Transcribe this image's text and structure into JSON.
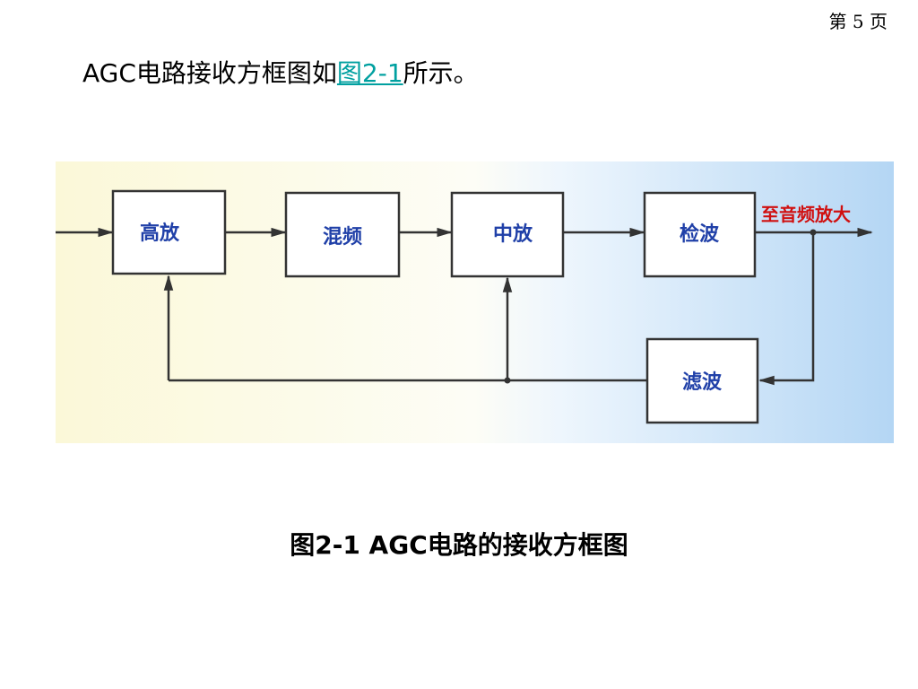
{
  "page_number": "第 5 页",
  "intro": {
    "prefix": "AGC电路接收方框图如",
    "link": "图2-1",
    "suffix": "所示。"
  },
  "diagram": {
    "blocks": {
      "rf_amp": "高放",
      "mixer": "混频",
      "if_amp": "中放",
      "detector": "检波",
      "filter": "滤波"
    },
    "output_label": "至音频放大"
  },
  "caption": "图2-1  AGC电路的接收方框图",
  "colors": {
    "block_text": "#2040a8",
    "output_text": "#d01010",
    "link": "#00a0a0",
    "line": "#333333",
    "gradient_left": "#fbf8d8",
    "gradient_right": "#b4d6f4"
  }
}
